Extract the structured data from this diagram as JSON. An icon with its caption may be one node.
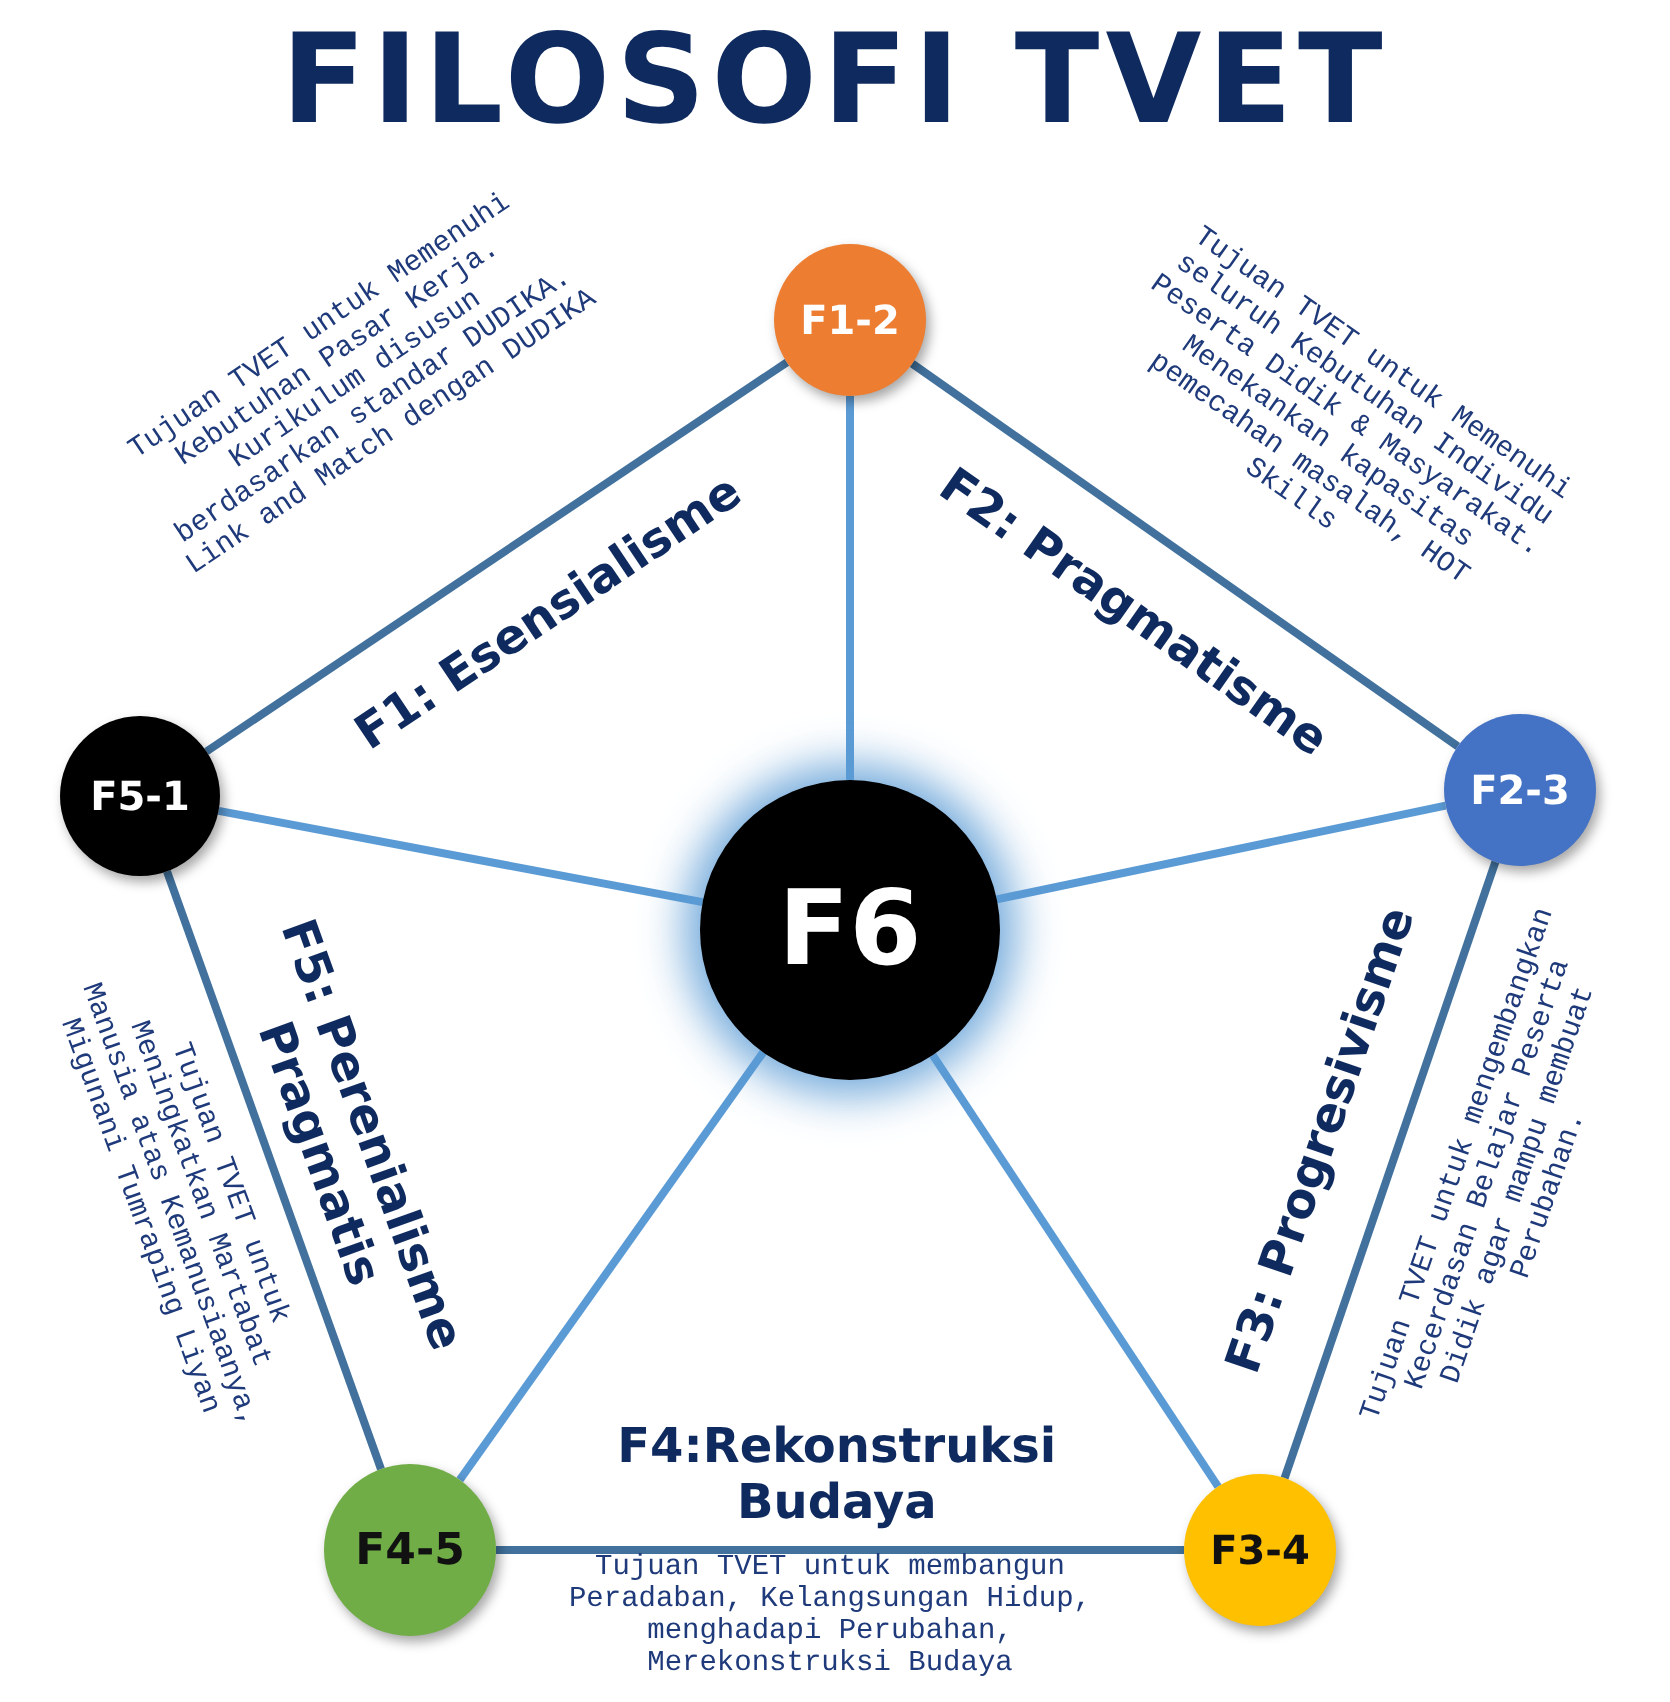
{
  "diagram": {
    "title": "FILOSOFI TVET",
    "nodes": [
      {
        "text": [
          "F1-2"
        ]
      },
      {
        "text": [
          "F2-3"
        ]
      },
      {
        "text": [
          "F3-4"
        ]
      },
      {
        "text": [
          "F4-5"
        ]
      },
      {
        "text": [
          "F5-1"
        ]
      },
      {
        "text": [
          "F6"
        ]
      }
    ],
    "edges": [
      {
        "from": 4,
        "to": 0,
        "arrow": "none",
        "label": "F1: Esensialisme"
      },
      {
        "from": 0,
        "to": 1,
        "arrow": "none",
        "label": "F2: Pragmatisme"
      },
      {
        "from": 1,
        "to": 2,
        "arrow": "none",
        "label": "F3: Progresivisme"
      },
      {
        "from": 2,
        "to": 3,
        "arrow": "none",
        "label": "F4:Rekonstruksi Budaya"
      },
      {
        "from": 3,
        "to": 4,
        "arrow": "none",
        "label": "F5: Perenialisme Pragmatis"
      },
      {
        "from": 5,
        "to": 0,
        "arrow": "none",
        "color": "#5b9bd5"
      },
      {
        "from": 5,
        "to": 1,
        "arrow": "none",
        "color": "#5b9bd5"
      },
      {
        "from": 5,
        "to": 2,
        "arrow": "none",
        "color": "#5b9bd5"
      },
      {
        "from": 5,
        "to": 3,
        "arrow": "none",
        "color": "#5b9bd5"
      },
      {
        "from": 5,
        "to": 4,
        "arrow": "none",
        "color": "#5b9bd5"
      }
    ],
    "labels": [
      "Tujuan TVET untuk Memenuhi Kebutuhan Pasar Kerja. Kurikulum disusun berdasarkan standar DUDIKA. Link and Match dengan DUDIKA",
      "Tujuan TVET untuk Memenuhi seluruh Kebutuhan Individu Peserta Didik & Masyarakat. Menekankan kapasitas pemecahan masalah, HOT Skills",
      "Tujuan TVET untuk mengembangkan Kecerdasan Belajar Peserta Didik agar mampu membuat Perubahan.",
      "Tujuan TVET untuk membangun Peradaban, Kelangsungan Hidup, menghadapi Perubahan, Merekonstruksi Budaya",
      "Tujuan TVET untuk Meningkatkan Martabat Manusia atas Kemanusiaanya, Migunani Tumraping Liyan"
    ]
  }
}
